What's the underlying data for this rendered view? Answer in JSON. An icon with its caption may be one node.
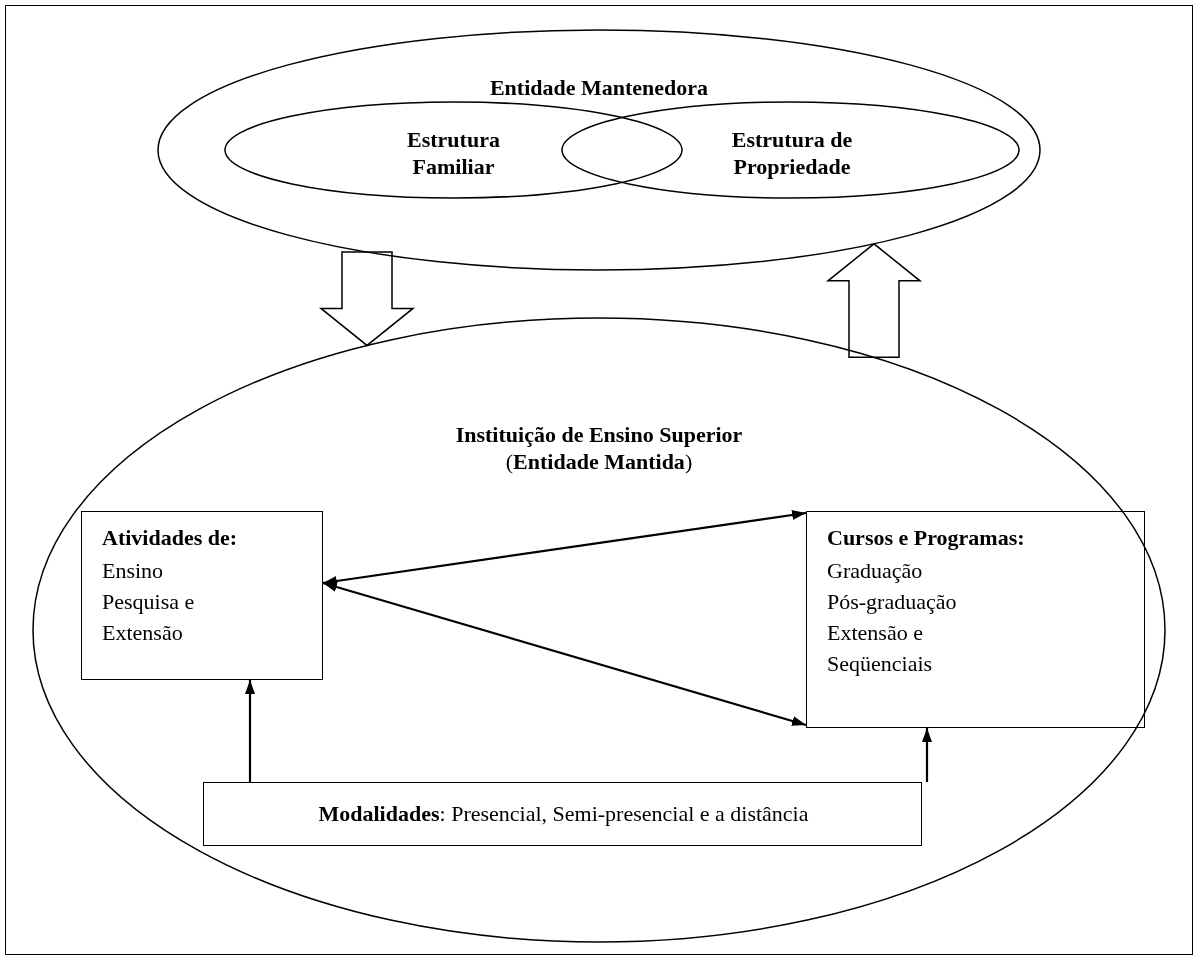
{
  "diagram": {
    "nodes": [
      {
        "text": [
          "Entidade Mantenedora"
        ]
      },
      {
        "text": [
          "Estrutura Familiar"
        ],
        "in": 0
      },
      {
        "text": [
          "Estrutura de Propriedade"
        ],
        "in": 0
      },
      {
        "text": [
          "**Instituição de Ensino Superior** (**Entidade Mantida**)"
        ]
      },
      {
        "text": [
          "**Atividades de**:",
          "Ensino Pesquisa e Extensão"
        ],
        "in": 3
      },
      {
        "text": [
          "**Cursos e Programas**:",
          "Graduação Pós-graduação Extensão e Seqüenciais"
        ],
        "in": 3
      },
      {
        "text": [
          "**Modalidades**: Presencial, Semi-presencial e a distância"
        ],
        "in": 3
      }
    ],
    "edges": [
      {
        "from": 0,
        "to": 3,
        "arrow": "to",
        "style": "thick"
      },
      {
        "from": 3,
        "to": 0,
        "arrow": "to",
        "style": "thick"
      },
      {
        "from": 4,
        "to": 5,
        "arrow": "both"
      },
      {
        "from": 4,
        "to": 5,
        "arrow": "both"
      },
      {
        "from": 6,
        "to": 4,
        "arrow": "to"
      },
      {
        "from": 6,
        "to": 5,
        "arrow": "to"
      }
    ]
  }
}
